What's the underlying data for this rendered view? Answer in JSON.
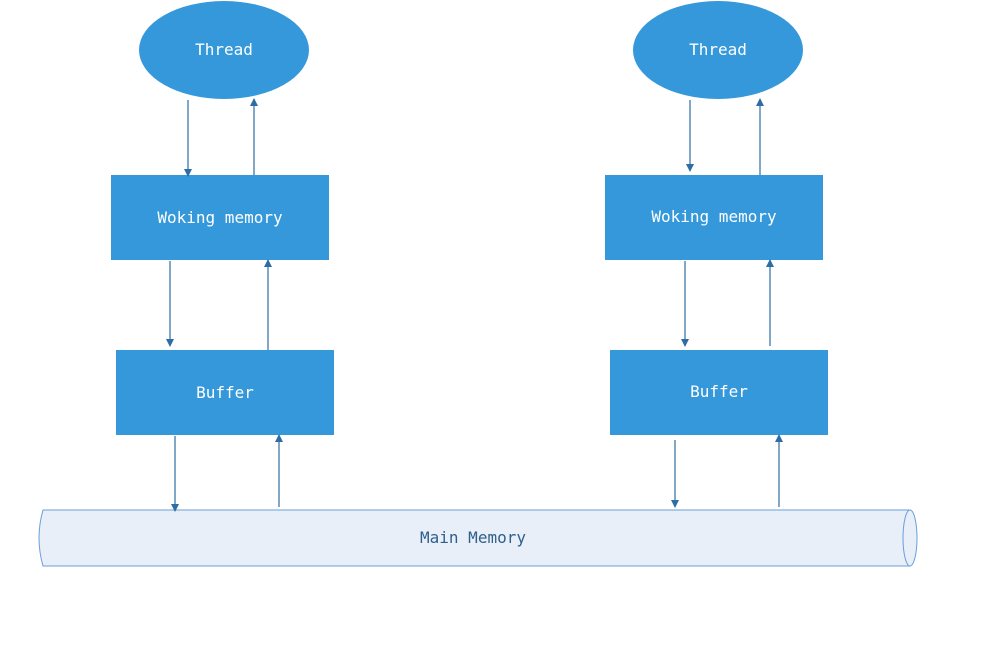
{
  "diagram": {
    "columns": [
      {
        "thread_label": "Thread",
        "working_memory_label": "Woking memory",
        "buffer_label": "Buffer"
      },
      {
        "thread_label": "Thread",
        "working_memory_label": "Woking memory",
        "buffer_label": "Buffer"
      }
    ],
    "main_memory_label": "Main Memory"
  },
  "colors": {
    "node_fill": "#3498db",
    "node_text": "#ffffff",
    "connector": "#2e6da4",
    "main_memory_fill": "#e8eff9",
    "main_memory_stroke": "#6a9fd8",
    "main_memory_text": "#2f5f8a"
  }
}
